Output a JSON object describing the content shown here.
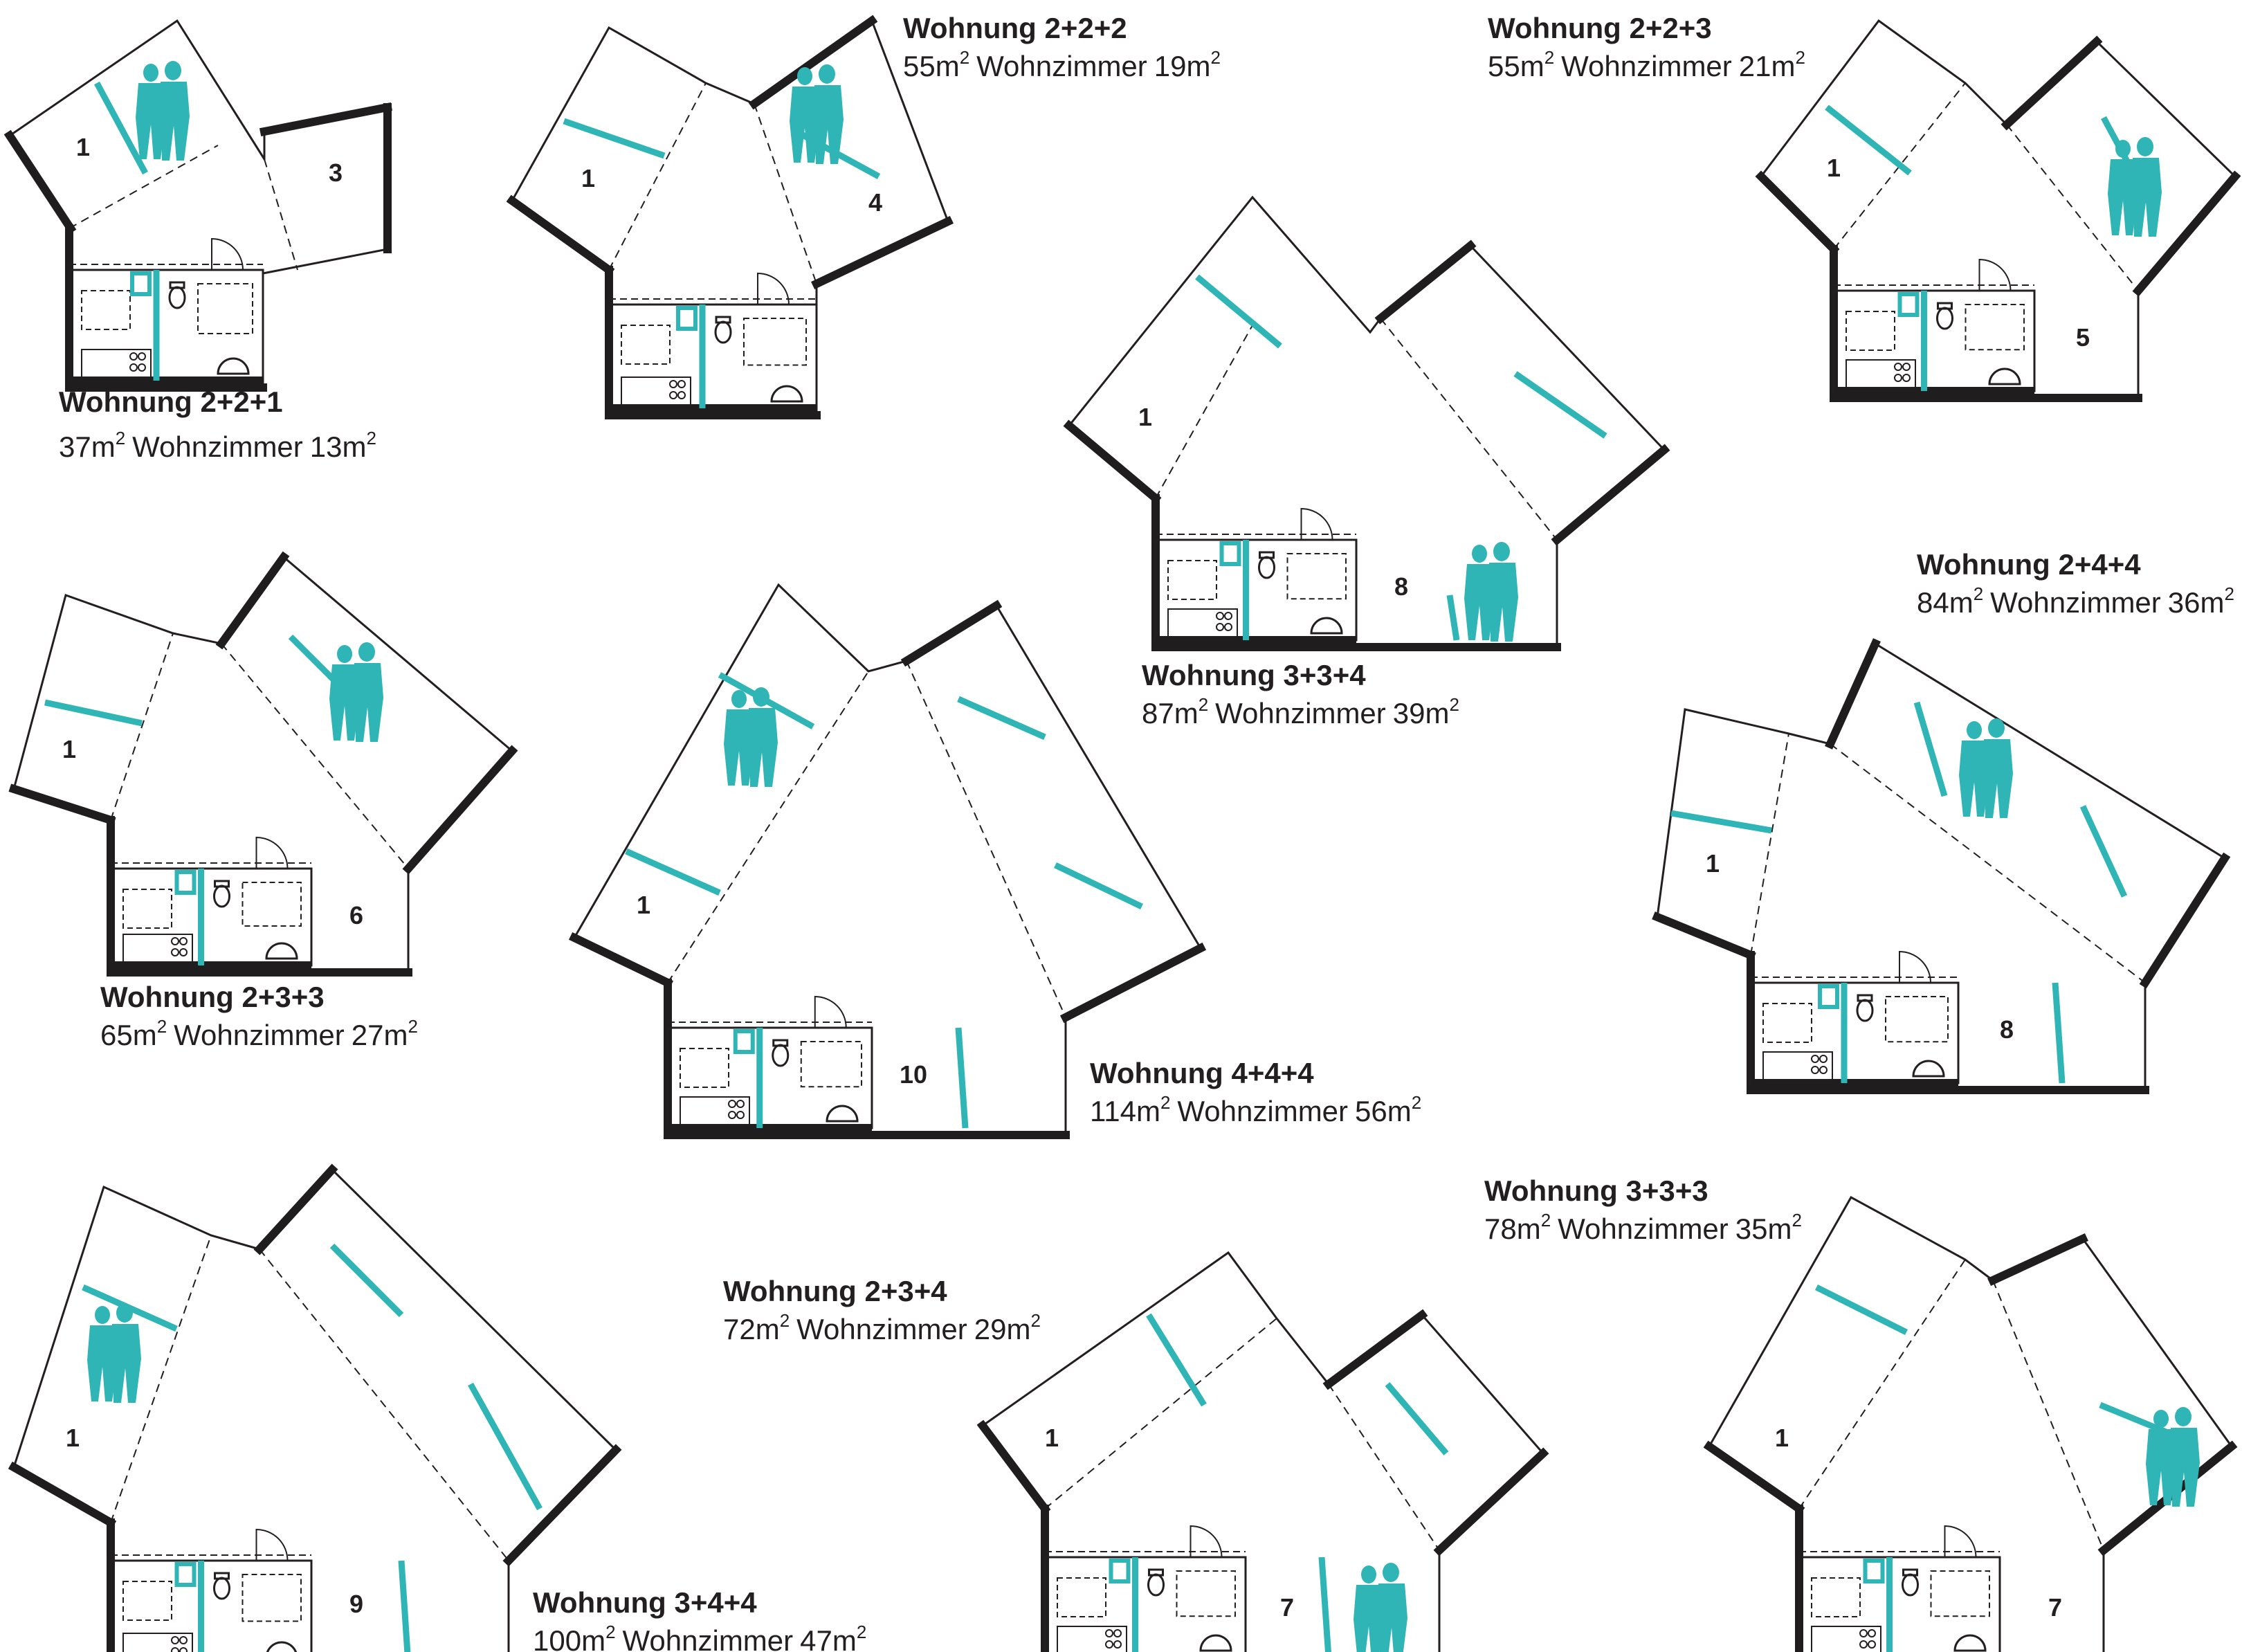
{
  "colors": {
    "wall": "#1f1d1e",
    "accent": "#2fb5b5",
    "line": "#231f20",
    "background": "#ffffff"
  },
  "icons": {
    "person": "person-figures-icon",
    "door": "door-swing-icon",
    "kitchen": "kitchen-block-icon",
    "toilet": "toilet-icon",
    "shower": "shower-icon"
  },
  "plans": [
    {
      "id": "p221",
      "title": "Wohnung 2+2+1",
      "area": "37m",
      "living_label": "Wohnzimmer",
      "living_area": "13m",
      "sup": "2",
      "rooms": [
        "1",
        "3"
      ]
    },
    {
      "id": "p222",
      "title": "Wohnung 2+2+2",
      "area": "55m",
      "living_label": "Wohnzimmer",
      "living_area": "19m",
      "sup": "2",
      "rooms": [
        "1",
        "4"
      ]
    },
    {
      "id": "p223",
      "title": "Wohnung 2+2+3",
      "area": "55m",
      "living_label": "Wohnzimmer",
      "living_area": "21m",
      "sup": "2",
      "rooms": [
        "1",
        "5"
      ]
    },
    {
      "id": "p334",
      "title": "Wohnung 3+3+4",
      "area": "87m",
      "living_label": "Wohnzimmer",
      "living_area": "39m",
      "sup": "2",
      "rooms": [
        "1",
        "8"
      ]
    },
    {
      "id": "p244",
      "title": "Wohnung 2+4+4",
      "area": "84m",
      "living_label": "Wohnzimmer",
      "living_area": "36m",
      "sup": "2",
      "rooms": [
        "1",
        "8"
      ]
    },
    {
      "id": "p233",
      "title": "Wohnung 2+3+3",
      "area": "65m",
      "living_label": "Wohnzimmer",
      "living_area": "27m",
      "sup": "2",
      "rooms": [
        "1",
        "6"
      ]
    },
    {
      "id": "p444",
      "title": "Wohnung 4+4+4",
      "area": "114m",
      "living_label": "Wohnzimmer",
      "living_area": "56m",
      "sup": "2",
      "rooms": [
        "1",
        "10"
      ]
    },
    {
      "id": "p333",
      "title": "Wohnung 3+3+3",
      "area": "78m",
      "living_label": "Wohnzimmer",
      "living_area": "35m",
      "sup": "2",
      "rooms": [
        "1",
        "7"
      ]
    },
    {
      "id": "p234",
      "title": "Wohnung 2+3+4",
      "area": "72m",
      "living_label": "Wohnzimmer",
      "living_area": "29m",
      "sup": "2",
      "rooms": [
        "1",
        "7"
      ]
    },
    {
      "id": "p344",
      "title": "Wohnung 3+4+4",
      "area": "100m",
      "living_label": "Wohnzimmer",
      "living_area": "47m",
      "sup": "2",
      "rooms": [
        "1",
        "9"
      ]
    }
  ]
}
